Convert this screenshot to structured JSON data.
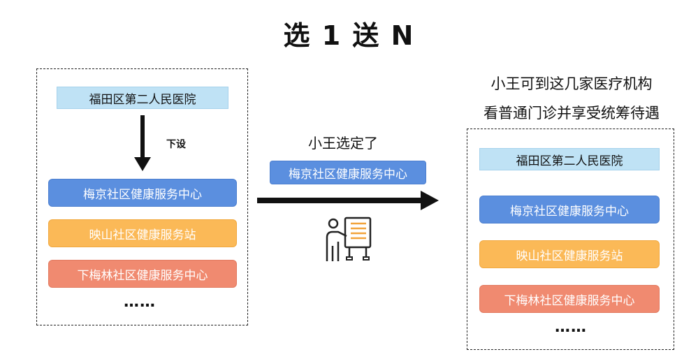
{
  "title": "选 1 送 N",
  "left_panel": {
    "hospital": "福田区第二人民医院",
    "arrow_label": "下设",
    "centers": [
      "梅京社区健康服务中心",
      "映山社区健康服务站",
      "下梅林社区健康服务中心"
    ],
    "ellipsis": "……"
  },
  "middle": {
    "chosen_label": "小王选定了",
    "chosen_center": "梅京社区健康服务中心",
    "icon": "presenter-at-board-icon"
  },
  "right_panel": {
    "caption_line1": "小王可到这几家医疗机构",
    "caption_line2": "看普通门诊并享受统筹待遇",
    "hospital": "福田区第二人民医院",
    "centers": [
      "梅京社区健康服务中心",
      "映山社区健康服务站",
      "下梅林社区健康服务中心"
    ],
    "ellipsis": "……"
  },
  "colors": {
    "hospital_fill": "#bfe2f5",
    "blue": "#5b8fdf",
    "yellow": "#fbb957",
    "salmon": "#f08a70",
    "icon_accent": "#f2a33a"
  }
}
